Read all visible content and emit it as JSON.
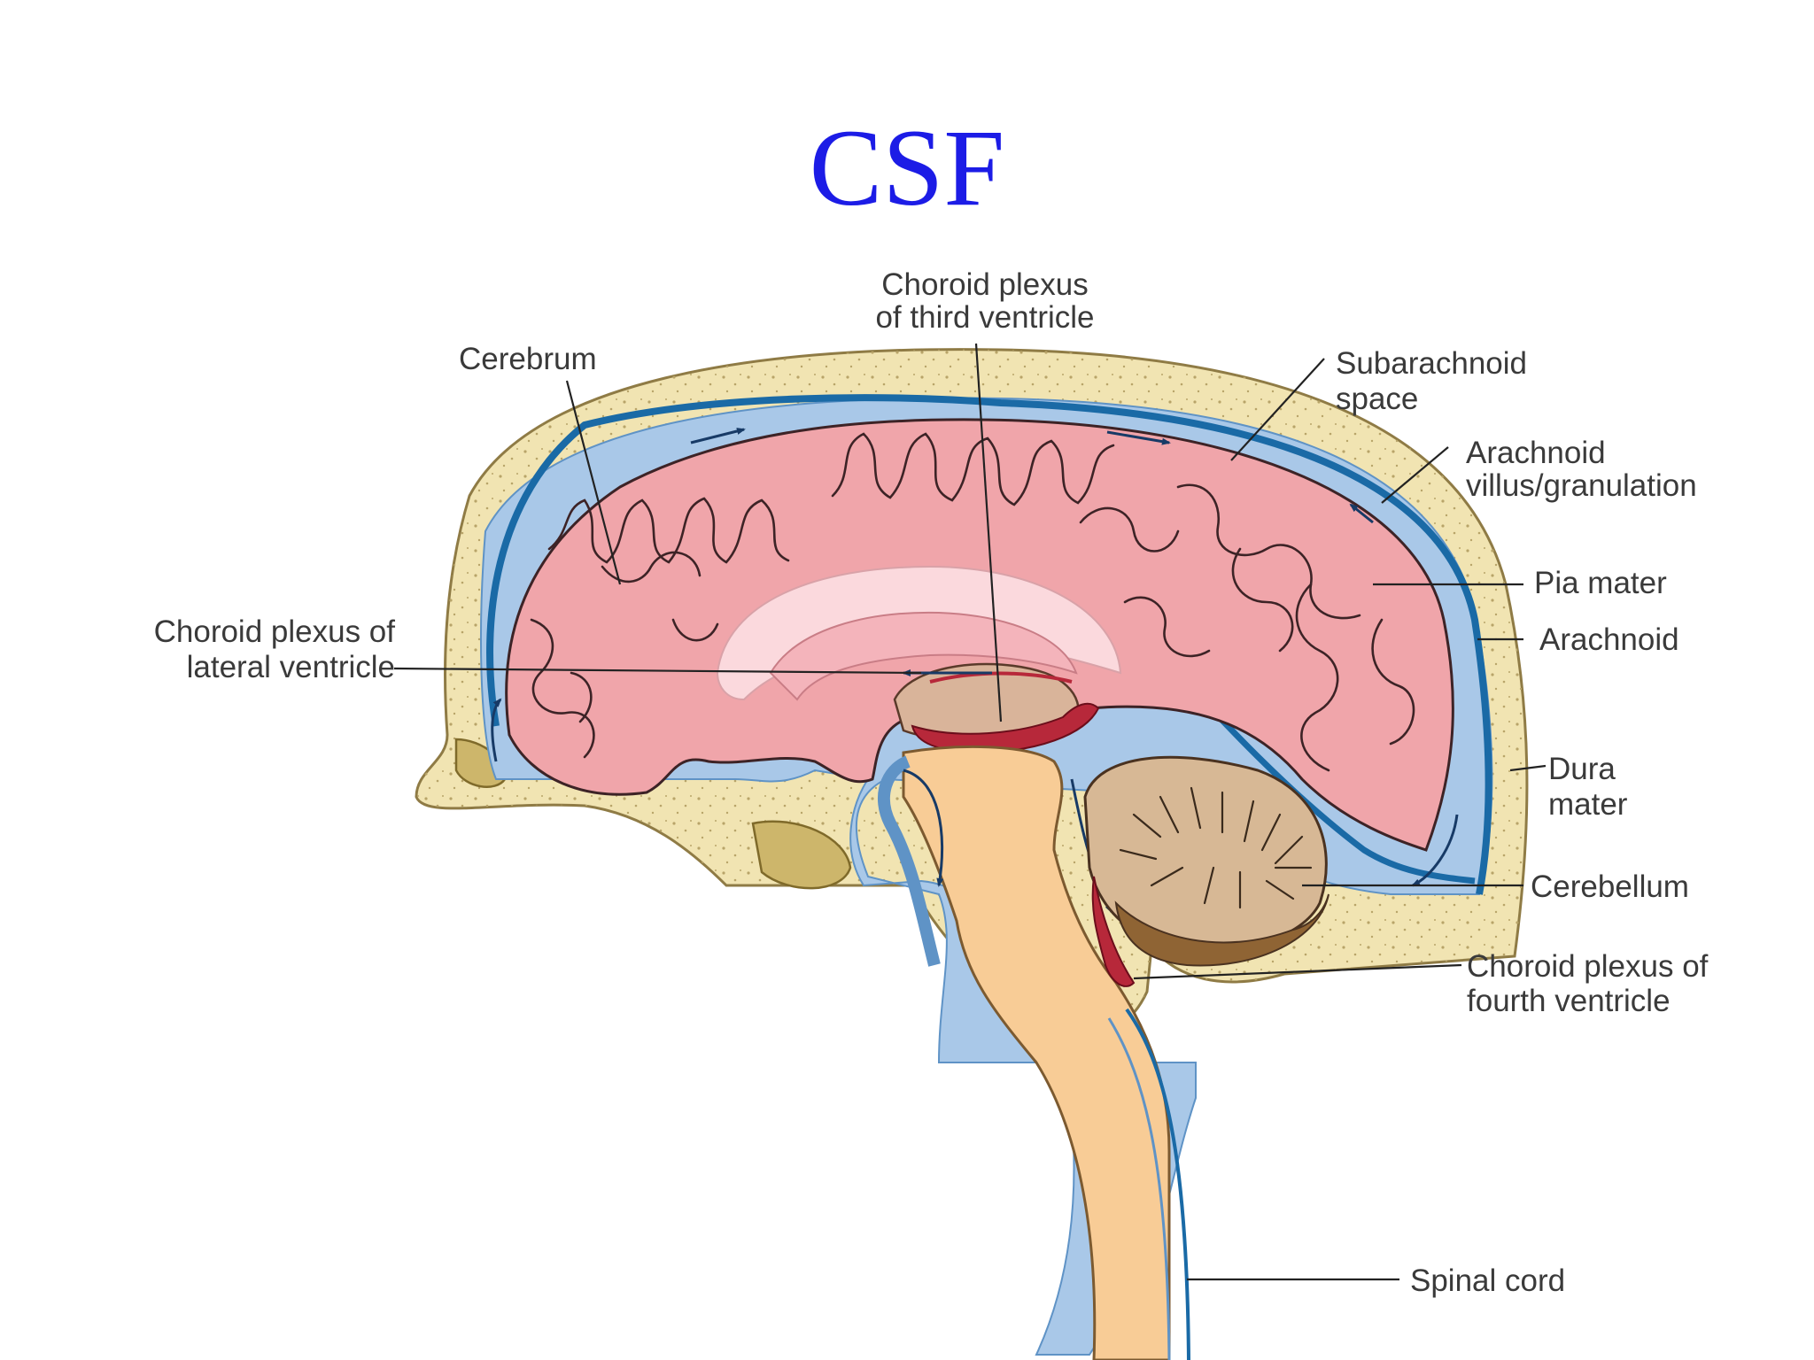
{
  "title": "CSF",
  "labels": {
    "choroid_third": [
      "Choroid plexus",
      "of third ventricle"
    ],
    "cerebrum": [
      "Cerebrum"
    ],
    "subarachnoid": [
      "Subarachnoid",
      "space"
    ],
    "arachnoid_villus": [
      "Arachnoid",
      "villus/granulation"
    ],
    "pia_mater": [
      "Pia mater"
    ],
    "arachnoid": [
      "Arachnoid"
    ],
    "choroid_lateral": [
      "Choroid plexus of",
      "lateral ventricle"
    ],
    "dura_mater": [
      "Dura",
      "mater"
    ],
    "cerebellum": [
      "Cerebellum"
    ],
    "choroid_fourth": [
      "Choroid plexus of",
      "fourth ventricle"
    ],
    "spinal_cord": [
      "Spinal cord"
    ]
  },
  "colors": {
    "title": "#1c1ce6",
    "cerebrum": "#f0a5aa",
    "csf_space": "#a9c8e8",
    "arachnoid_membrane": "#1a6aa6",
    "dura_bone": "#f1e4b2",
    "brainstem": "#f8cc96",
    "cerebellum": "#d7b895",
    "choroid_plexus": "#b7283a"
  }
}
